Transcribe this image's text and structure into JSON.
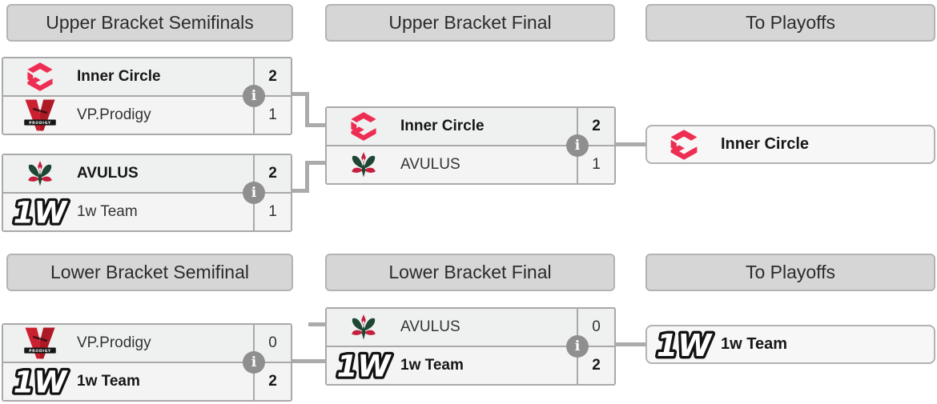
{
  "headers": {
    "upper_semifinals": "Upper Bracket Semifinals",
    "upper_final": "Upper Bracket Final",
    "upper_to_playoffs": "To Playoffs",
    "lower_semifinal": "Lower Bracket Semifinal",
    "lower_final": "Lower Bracket Final",
    "lower_to_playoffs": "To Playoffs"
  },
  "matches": {
    "ub_semi_1": {
      "top": {
        "team": "Inner Circle",
        "score": "2"
      },
      "bottom": {
        "team": "VP.Prodigy",
        "score": "1"
      }
    },
    "ub_semi_2": {
      "top": {
        "team": "AVULUS",
        "score": "2"
      },
      "bottom": {
        "team": "1w Team",
        "score": "1"
      }
    },
    "ub_final": {
      "top": {
        "team": "Inner Circle",
        "score": "2"
      },
      "bottom": {
        "team": "AVULUS",
        "score": "1"
      }
    },
    "lb_semi": {
      "top": {
        "team": "VP.Prodigy",
        "score": "0"
      },
      "bottom": {
        "team": "1w Team",
        "score": "2"
      }
    },
    "lb_final": {
      "top": {
        "team": "AVULUS",
        "score": "0"
      },
      "bottom": {
        "team": "1w Team",
        "score": "2"
      }
    }
  },
  "playoff_slots": {
    "upper": {
      "team": "Inner Circle"
    },
    "lower": {
      "team": "1w Team"
    }
  },
  "logos": {
    "inner_circle": {
      "color": "#ee2d52"
    },
    "vp_prodigy": {
      "banner_text": "PRODIGY",
      "red": "#cb2030",
      "black": "#151515"
    },
    "avulus": {
      "green": "#1d4733",
      "red": "#c41f3e"
    },
    "one_w": {
      "text": "1W",
      "fill": "#ffffff",
      "outline": "#121212"
    }
  },
  "info_icon_glyph": "i",
  "colors": {
    "header_bg": "#d6d6d6",
    "header_border": "#b3b3b3",
    "box_border": "#a9a9a9",
    "row_top_bg": "#eff0f0",
    "row_bottom_bg": "#f4f4f4",
    "slot_bg": "#f7f7f7",
    "connector": "#ababab",
    "info_icon_bg": "#8f8f8f"
  }
}
